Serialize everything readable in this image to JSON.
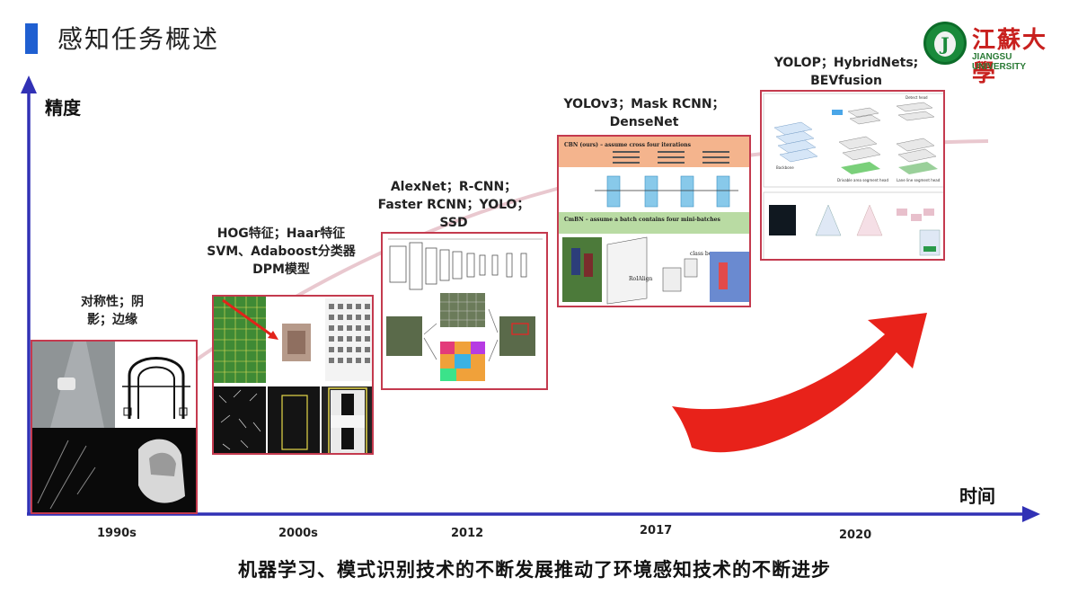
{
  "header": {
    "title": "感知任务概述",
    "logo_cn": "江蘇大學",
    "logo_en": "JIANGSU UNIVERSITY"
  },
  "axes": {
    "y_label": "精度",
    "x_label": "时间"
  },
  "eras": [
    {
      "year": "1990s",
      "methods": [
        "对称性；阴",
        "影；边缘"
      ]
    },
    {
      "year": "2000s",
      "methods": [
        "HOG特征；Haar特征",
        "SVM、Adaboost分类器",
        "DPM模型"
      ]
    },
    {
      "year": "2012",
      "methods": [
        "AlexNet；R-CNN；",
        "Faster RCNN；YOLO；",
        "SSD"
      ]
    },
    {
      "year": "2017",
      "methods": [
        "YOLOv3；Mask RCNN；",
        "DenseNet"
      ]
    },
    {
      "year": "2020",
      "methods": [
        "YOLOP；HybridNets;",
        "BEVfusion"
      ]
    }
  ],
  "conclusion": "机器学习、模式识别技术的不断发展推动了环境感知技术的不断进步",
  "figures": {
    "cbn_title": "CBN (ours) – assume cross four iterations",
    "cmbn_title": "CmBN – assume a batch contains four mini-batches",
    "class_box": "class box",
    "roi_align": "RoIAlign",
    "backbone": "Backbone",
    "seg_head": "Drivable area segment head",
    "lane_head": "Lane line segment head",
    "detect_head": "Detect head"
  },
  "colors": {
    "axis": "#3131b5",
    "frame": "#c43a4e",
    "arrow": "#e8221a",
    "curve": "#e9c8cf",
    "title_bar": "#1f5fd1"
  }
}
